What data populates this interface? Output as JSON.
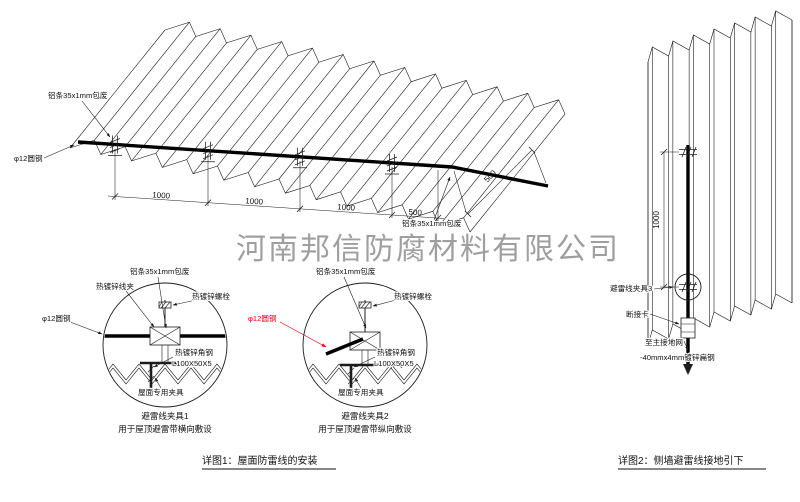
{
  "watermark": "河南邦信防腐材料有限公司",
  "main_view": {
    "alu_strip_label_left": "铝条35x1mm包废",
    "alu_strip_label_right": "铝条35x1mm包废",
    "round_steel_label": "φ12圆钢",
    "dim_1000_a": "1000",
    "dim_1000_b": "1000",
    "dim_1000_c": "1000",
    "dim_500_a": "500",
    "dim_500_slope": "500"
  },
  "detail_1": {
    "wire_clip_label": "热镀锌线夹",
    "alu_strip_label": "铝条35x1mm包废",
    "bolt_label": "热镀锌螺栓",
    "round_steel_label": "φ12圆钢",
    "angle_steel_label": "热镀锌角钢",
    "angle_steel_spec": "L100X50X5",
    "roof_clamp_label": "屋面专用夹具",
    "title": "避雷线夹具1",
    "subtitle": "用于屋顶避雷带横向敷设"
  },
  "detail_2": {
    "alu_strip_label": "铝条35x1mm包废",
    "bolt_label": "热镀锌螺栓",
    "round_steel_label": "φ12圆钢",
    "angle_steel_label": "热镀锌角钢",
    "angle_steel_spec": "L100X50X5",
    "roof_clamp_label": "屋面专用夹具",
    "title": "避雷线夹具2",
    "subtitle": "用于屋顶避雷带纵向敷设"
  },
  "wall_view": {
    "dim_1000": "1000",
    "clamp_label": "避雷线夹具3",
    "disconnect_label": "断接卡",
    "ground_label": "至主接地网",
    "flat_steel_label": "-40mmx4mm镀锌扁钢"
  },
  "captions": {
    "detail_1": "详图1：屋面防雷线的安装",
    "detail_2": "详图2：侧墙避雷线接地引下"
  },
  "colors": {
    "line": "#1c1c1c",
    "highlight_red": "#e8000d",
    "watermark_gray": "#8f8f8f"
  }
}
